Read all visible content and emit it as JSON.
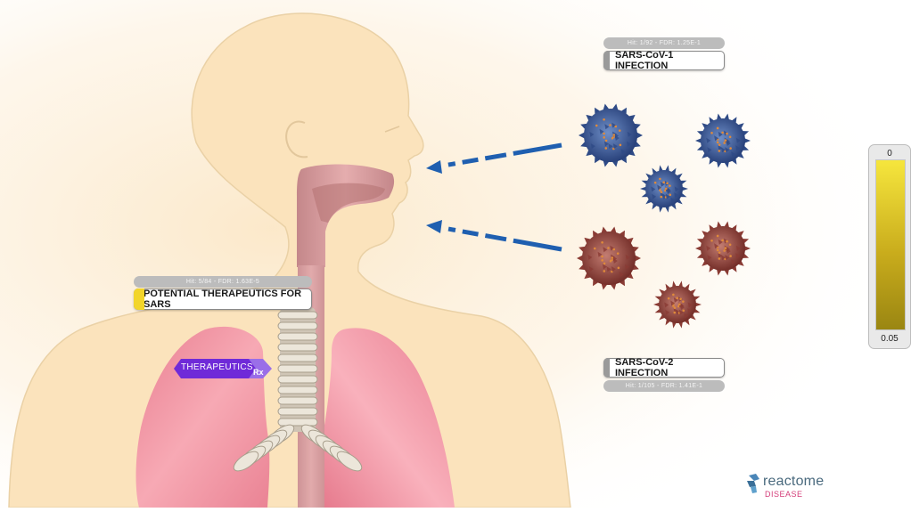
{
  "diagram": {
    "sars1": {
      "hit_text": "Hit: 1/92 - FDR: 1.25E-1",
      "label": "SARS-CoV-1 INFECTION"
    },
    "sars2": {
      "hit_text": "Hit: 1/105 - FDR: 1.41E-1",
      "label": "SARS-CoV-2 INFECTION"
    },
    "therapeutics_pathway": {
      "hit_text": "Hit: 5/84 - FDR: 1.63E-5",
      "label": "POTENTIAL THERAPEUTICS FOR SARS"
    },
    "therapeutics_badge": {
      "label": "THERAPEUTICS",
      "rx": "Rx"
    }
  },
  "legend": {
    "top_value": "0",
    "bottom_value": "0.05",
    "colors": {
      "top": "#f6e63d",
      "bottom": "#9a8612"
    }
  },
  "logo": {
    "word": "reactome",
    "sub": "DISEASE"
  },
  "colors": {
    "skin": "#fbe6c4",
    "lung": "#f09aa8",
    "virus1": "#2e4a86",
    "virus2": "#8a3b34",
    "arrow": "#1f5fb0",
    "badge": "#6f2ad8"
  }
}
